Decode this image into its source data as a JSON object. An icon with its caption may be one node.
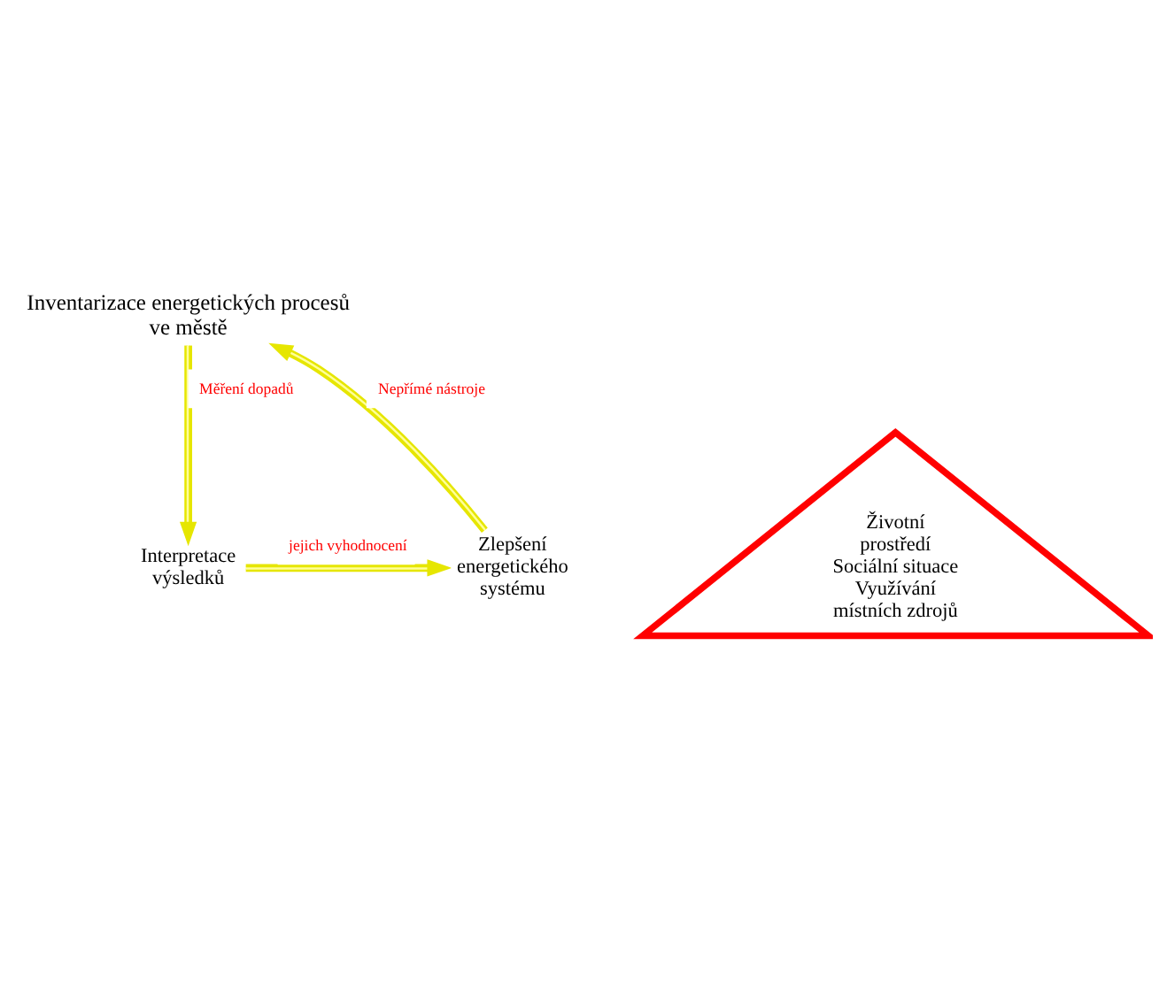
{
  "diagram": {
    "nodes": [
      {
        "text": [
          "Inventarizace energetických procesů ve městě"
        ]
      },
      {
        "text": [
          "Životní prostředí Sociální situace Využívání místních zdrojů"
        ]
      },
      {
        "text": [
          "Interpretace výsledků"
        ]
      },
      {
        "text": [
          "Zlepšení energetického systému"
        ]
      }
    ],
    "edges": [
      {
        "from": 0,
        "to": 2,
        "arrow": "to",
        "label": "Měření dopadů"
      },
      {
        "from": 2,
        "to": 3,
        "arrow": "to",
        "label": "jejich vyhodnocení"
      },
      {
        "from": 3,
        "to": 0,
        "arrow": "to",
        "label": "Nepřímé nástroje"
      }
    ]
  }
}
